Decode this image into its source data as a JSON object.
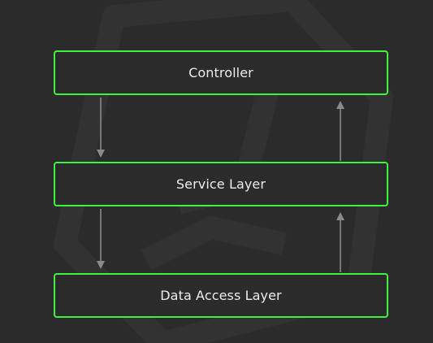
{
  "diagram": {
    "layers": [
      {
        "id": "controller",
        "label": "Controller"
      },
      {
        "id": "service",
        "label": "Service Layer"
      },
      {
        "id": "data-access",
        "label": "Data Access Layer"
      }
    ],
    "edges": [
      {
        "from": "controller",
        "to": "service",
        "direction": "down"
      },
      {
        "from": "service",
        "to": "data-access",
        "direction": "down"
      },
      {
        "from": "data-access",
        "to": "service",
        "direction": "up"
      },
      {
        "from": "service",
        "to": "controller",
        "direction": "up"
      }
    ]
  },
  "colors": {
    "background": "#2b2b2b",
    "box_border": "#3ef33e",
    "arrow": "#8a8a8a",
    "text": "#ececec"
  }
}
